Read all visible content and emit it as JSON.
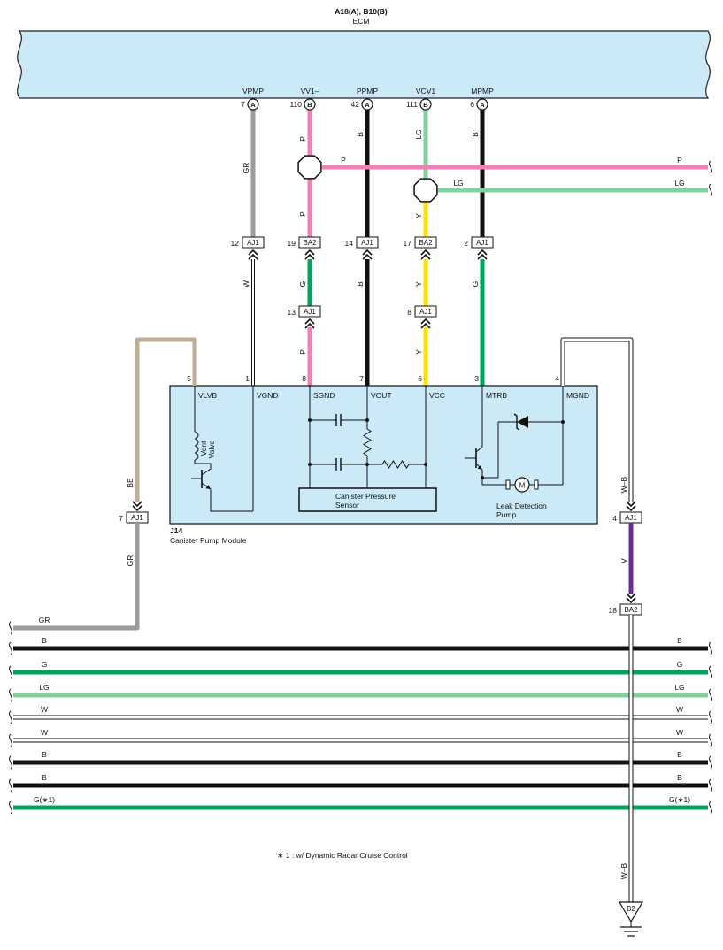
{
  "header": {
    "connectors": "A18(A), B10(B)",
    "unit": "ECM"
  },
  "ecm_pins": [
    {
      "terminal": "VPMP",
      "pin": "7",
      "connector": "A",
      "wire": "GR"
    },
    {
      "terminal": "VV1–",
      "pin": "110",
      "connector": "B",
      "wire": "P"
    },
    {
      "terminal": "PPMP",
      "pin": "42",
      "connector": "A",
      "wire": "B"
    },
    {
      "terminal": "VCV1",
      "pin": "111",
      "connector": "B",
      "wire": "LG"
    },
    {
      "terminal": "MPMP",
      "pin": "6",
      "connector": "A",
      "wire": "B"
    }
  ],
  "splices": [
    {
      "branch": "P",
      "branch_end": "P",
      "below": "P"
    },
    {
      "branch": "LG",
      "branch_end": "LG",
      "below": "Y"
    }
  ],
  "junctions": [
    {
      "pin": "12",
      "connector": "AJ1",
      "wire_below": "W"
    },
    {
      "pin": "19",
      "connector": "BA2",
      "wire_below": "G"
    },
    {
      "pin": "14",
      "connector": "AJ1",
      "wire_below": "B"
    },
    {
      "pin": "17",
      "connector": "BA2",
      "wire_below": "Y"
    },
    {
      "pin": "2",
      "connector": "AJ1",
      "wire_below": "G"
    }
  ],
  "inline_connectors": [
    {
      "pin": "13",
      "connector": "AJ1",
      "wire_below": "P"
    },
    {
      "pin": "8",
      "connector": "AJ1",
      "wire_below": "Y"
    }
  ],
  "module": {
    "id": "J14",
    "name": "Canister Pump Module",
    "pins": [
      {
        "pin": "5",
        "terminal": "VLVB"
      },
      {
        "pin": "1",
        "terminal": "VGND"
      },
      {
        "pin": "8",
        "terminal": "SGND"
      },
      {
        "pin": "7",
        "terminal": "VOUT"
      },
      {
        "pin": "6",
        "terminal": "VCC"
      },
      {
        "pin": "3",
        "terminal": "MTRB"
      },
      {
        "pin": "4",
        "terminal": "MGND"
      }
    ],
    "vent_valve": [
      "Vent",
      "Valve"
    ],
    "pressure_sensor": [
      "Canister Pressure",
      "Sensor"
    ],
    "leak_pump": [
      "Leak Detection",
      "Pump"
    ],
    "motor": "M"
  },
  "left_branch": {
    "wire_upper": "BE",
    "pin": "7",
    "connector": "AJ1",
    "wire_lower": "GR",
    "bus_label": "GR"
  },
  "right_branch": {
    "wire_upper": "W–B",
    "pin": "4",
    "connector": "AJ1",
    "wire_middle": "V",
    "pin2": "18",
    "connector2": "BA2",
    "wire_lower": "W–B",
    "ground": "B2"
  },
  "bus": [
    {
      "label": "B",
      "color": "#111111"
    },
    {
      "label": "G",
      "color": "#00a559"
    },
    {
      "label": "LG",
      "color": "#86cfa0"
    },
    {
      "label": "W",
      "color": "#ffffff"
    },
    {
      "label": "W",
      "color": "#ffffff"
    },
    {
      "label": "B",
      "color": "#111111"
    },
    {
      "label": "B",
      "color": "#111111"
    },
    {
      "label": "G(∗1)",
      "color": "#00a559"
    }
  ],
  "footnote": "∗ 1 : w/ Dynamic Radar Cruise Control",
  "colors": {
    "ecm_fill": "#cbe9f7",
    "module_fill": "#cbe9f7",
    "GR": "#9c9c9c",
    "P": "#f27fb6",
    "B": "#111111",
    "LG": "#86cfa0",
    "Y": "#ffe300",
    "G": "#00a559",
    "BE": "#bfae94",
    "V": "#6a2c8f",
    "W": "#ffffff"
  }
}
